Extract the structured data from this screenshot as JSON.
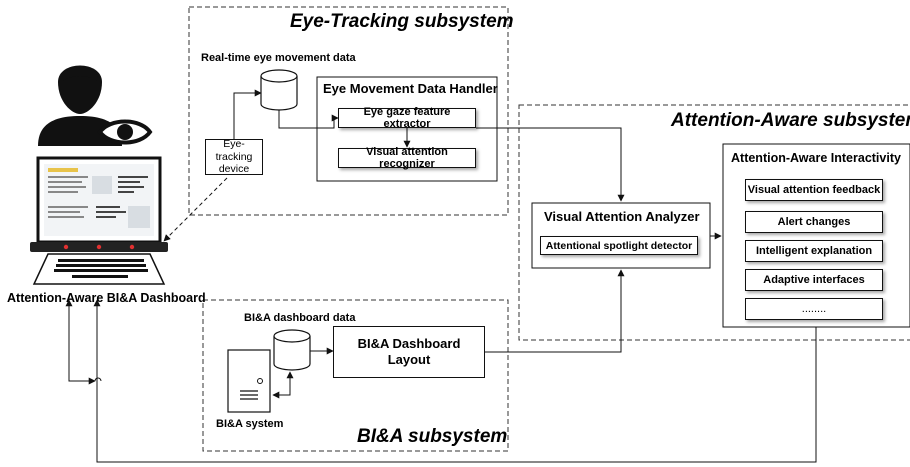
{
  "eye_tracking": {
    "title": "Eye-Tracking subsystem",
    "data_label": "Real-time eye movement data",
    "handler_title": "Eye Movement Data Handler",
    "extractor": "Eye gaze feature extractor",
    "recognizer": "Visual attention recognizer",
    "device_line1": "Eye-tracking",
    "device_line2": "device"
  },
  "attention_aware": {
    "title": "Attention-Aware subsystem",
    "analyzer_title": "Visual Attention Analyzer",
    "spotlight": "Attentional spotlight detector",
    "interactivity_title": "Attention-Aware Interactivity",
    "items": [
      "Visual attention feedback",
      "Alert changes",
      "Intelligent explanation",
      "Adaptive interfaces",
      "........"
    ]
  },
  "bia": {
    "title": "BI&A subsystem",
    "data_label": "BI&A dashboard data",
    "layout_line1": "BI&A Dashboard",
    "layout_line2": "Layout",
    "system_label": "BI&A system"
  },
  "dashboard_label": "Attention-Aware BI&A Dashboard",
  "colors": {
    "stroke": "#111111",
    "led": "#e03030",
    "person": "#111111"
  }
}
